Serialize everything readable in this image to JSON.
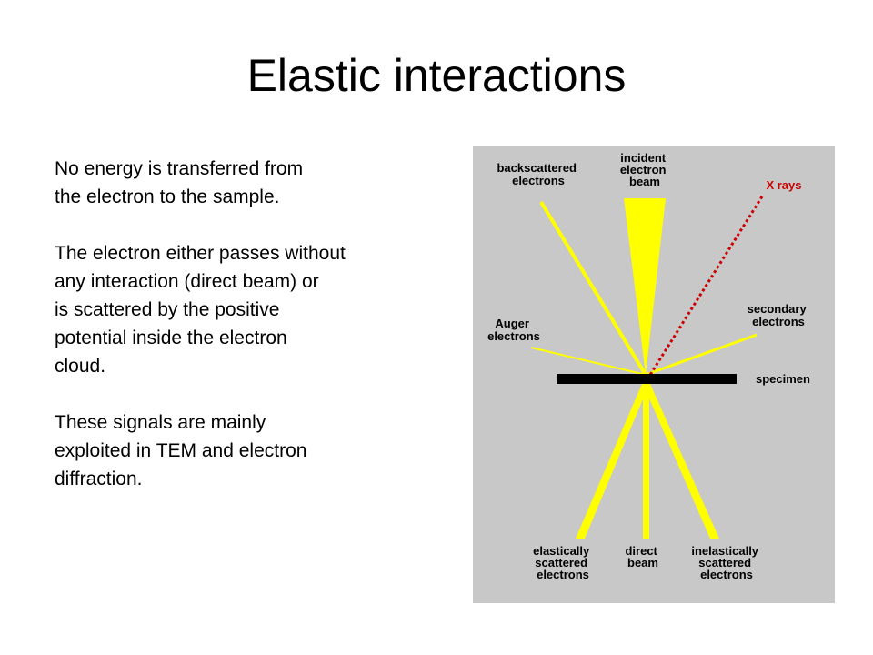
{
  "title": "Elastic interactions",
  "paragraphs": [
    [
      "No energy is transferred from",
      "the electron to the sample."
    ],
    [
      "The electron either passes without",
      "any interaction (direct beam) or",
      "is scattered by the positive",
      "potential inside the electron",
      "cloud."
    ],
    [
      "These signals are mainly",
      "exploited in TEM and electron",
      "diffraction."
    ]
  ],
  "diagram": {
    "labels": {
      "backscattered": [
        "backscattered",
        "electrons"
      ],
      "incident": [
        "incident",
        "electron",
        "beam"
      ],
      "xrays": [
        "X rays"
      ],
      "secondary": [
        "secondary",
        "electrons"
      ],
      "auger": [
        "Auger",
        "electrons"
      ],
      "specimen": [
        "specimen"
      ],
      "elastic": [
        "elastically",
        "scattered",
        "electrons"
      ],
      "direct": [
        "direct",
        "beam"
      ],
      "inelastic": [
        "inelastically",
        "scattered",
        "electrons"
      ]
    },
    "colors": {
      "background": "#c8c8c8",
      "beam": "#ffff00",
      "specimen": "#000000",
      "xray": "#cc0000",
      "label": "#000000"
    }
  }
}
